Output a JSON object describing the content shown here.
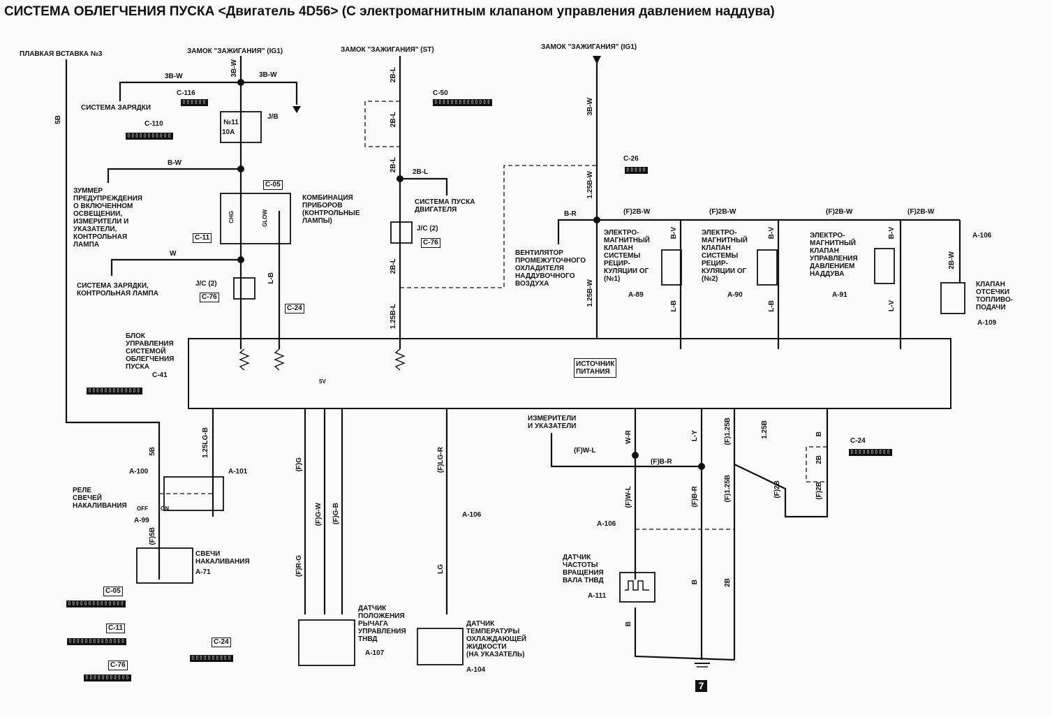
{
  "title": "СИСТЕМА ОБЛЕГЧЕНИЯ ПУСКА <Двигатель 4D56> (С электромагнитным клапаном управления давлением наддува)",
  "colors": {
    "ink": "#111111",
    "paper": "#fafafa"
  },
  "header_labels": {
    "fuse3": "ПЛАВКАЯ ВСТАВКА №3",
    "ign_ig1_a": "ЗАМОК \"ЗАЖИГАНИЯ\" (IG1)",
    "ign_st": "ЗАМОК \"ЗАЖИГАНИЯ\" (ST)",
    "ign_ig1_b": "ЗАМОК \"ЗАЖИГАНИЯ\" (IG1)"
  },
  "components": {
    "charging_system": "СИСТЕМА ЗАРЯДКИ",
    "buzzer": "ЗУММЕР\nПРЕДУПРЕЖДЕНИЯ\nО ВКЛЮЧЕННОМ\nОСВЕЩЕНИИ,\nИЗМЕРИТЕЛИ И\nУКАЗАТЕЛИ,\nКОНТРОЛЬНАЯ\nЛАМПА",
    "charging_lamp": "СИСТЕМА ЗАРЯДКИ,\nКОНТРОЛЬНАЯ ЛАМПА",
    "instrument_cluster": "КОМБИНАЦИЯ\nПРИБОРОВ\n(КОНТРОЛЬНЫЕ\nЛАМПЫ)",
    "start_system": "СИСТЕМА ПУСКА\nДВИГАТЕЛЯ",
    "intercooler_fan": "ВЕНТИЛЯТОР\nПРОМЕЖУТОЧНОГО\nОХЛАДИТЕЛЯ\nНАДДУВОЧНОГО\nВОЗДУХА",
    "egr_valve1": "ЭЛЕКТРО-\nМАГНИТНЫЙ\nКЛАПАН\nСИСТЕМЫ\nРЕЦИР-\nКУЛЯЦИИ ОГ\n(№1)",
    "egr_valve2": "ЭЛЕКТРО-\nМАГНИТНЫЙ\nКЛАПАН\nСИСТЕМЫ\nРЕЦИР-\nКУЛЯЦИИ ОГ\n(№2)",
    "boost_valve": "ЭЛЕКТРО-\nМАГНИТНЫЙ\nКЛАПАН\nУПРАВЛЕНИЯ\nДАВЛЕНИЕМ\nНАДДУВА",
    "fuel_cut_valve": "КЛАПАН\nОТСЕЧКИ\nТОПЛИВО-\nПОДАЧИ",
    "control_unit": "БЛОК\nУПРАВЛЕНИЯ\nСИСТЕМОЙ\nОБЛЕГЧЕНИЯ\nПУСКА",
    "power_source": "ИСТОЧНИК\nПИТАНИЯ",
    "gauges": "ИЗМЕРИТЕЛИ\nИ УКАЗАТЕЛИ",
    "glow_relay": "РЕЛЕ\nСВЕЧЕЙ\nНАКАЛИВАНИЯ",
    "glow_plugs": "СВЕЧИ\nНАКАЛИВАНИЯ",
    "lever_sensor": "ДАТЧИК\nПОЛОЖЕНИЯ\nРЫЧАГА\nУПРАВЛЕНИЯ\nТНВД",
    "coolant_sensor": "ДАТЧИК\nТЕМПЕРАТУРЫ\nОХЛАЖДАЮЩЕЙ\nЖИДКОСТИ\n(НА УКАЗАТЕЛЬ)",
    "speed_sensor": "ДАТЧИК\nЧАСТОТЫ\nВРАЩЕНИЯ\nВАЛА ТНВД",
    "jb": "J/B",
    "fuse_no11": "№11",
    "fuse_10a": "10A",
    "jc2_a": "J/C (2)",
    "jc2_b": "J/C (2)",
    "off": "OFF",
    "on": "ON",
    "chg": "CHG",
    "glow": "GLOW"
  },
  "connectors": {
    "c116": "C-116",
    "c110": "C-110",
    "c05": "C-05",
    "c11": "C-11",
    "c76": "C-76",
    "c24": "C-24",
    "c50": "C-50",
    "c26": "C-26",
    "a106": "A-106",
    "a89": "A-89",
    "a90": "A-90",
    "a91": "A-91",
    "a109": "A-109",
    "c41": "C-41",
    "a100": "A-100",
    "a101": "A-101",
    "a99": "A-99",
    "a71": "A-71",
    "a107": "A-107",
    "a104": "A-104",
    "a111": "A-111"
  },
  "wires": {
    "w5b": "5B",
    "w3bw": "3B-W",
    "w2bl": "2B-L",
    "w125bl": "1.25B-L",
    "w125bw": "1.25B-W",
    "wbw": "B-W",
    "ww": "W",
    "wlb": "L-B",
    "wbr": "B-R",
    "wf2bw": "(F)2B-W",
    "wbv": "B-V",
    "wlv": "L-V",
    "w2bw": "2B-W",
    "w125lgb": "1.25LG-B",
    "wf5b": "(F)5B",
    "wfg": "(F)G",
    "wfgw": "(F)G-W",
    "wfgb": "(F)G-B",
    "wfrg": "(F)R-G",
    "wflgr": "(F)LG-R",
    "wlg": "LG",
    "wwr": "W-R",
    "wly": "L-Y",
    "wf125b": "(F)1.25B",
    "w125b": "1.25B",
    "w2b": "2B",
    "wfwl": "(F)W-L",
    "wfbr": "(F)B-R",
    "wf2b": "(F)2B",
    "wb": "B",
    "w5v": "5V"
  },
  "ground_ref": "7"
}
